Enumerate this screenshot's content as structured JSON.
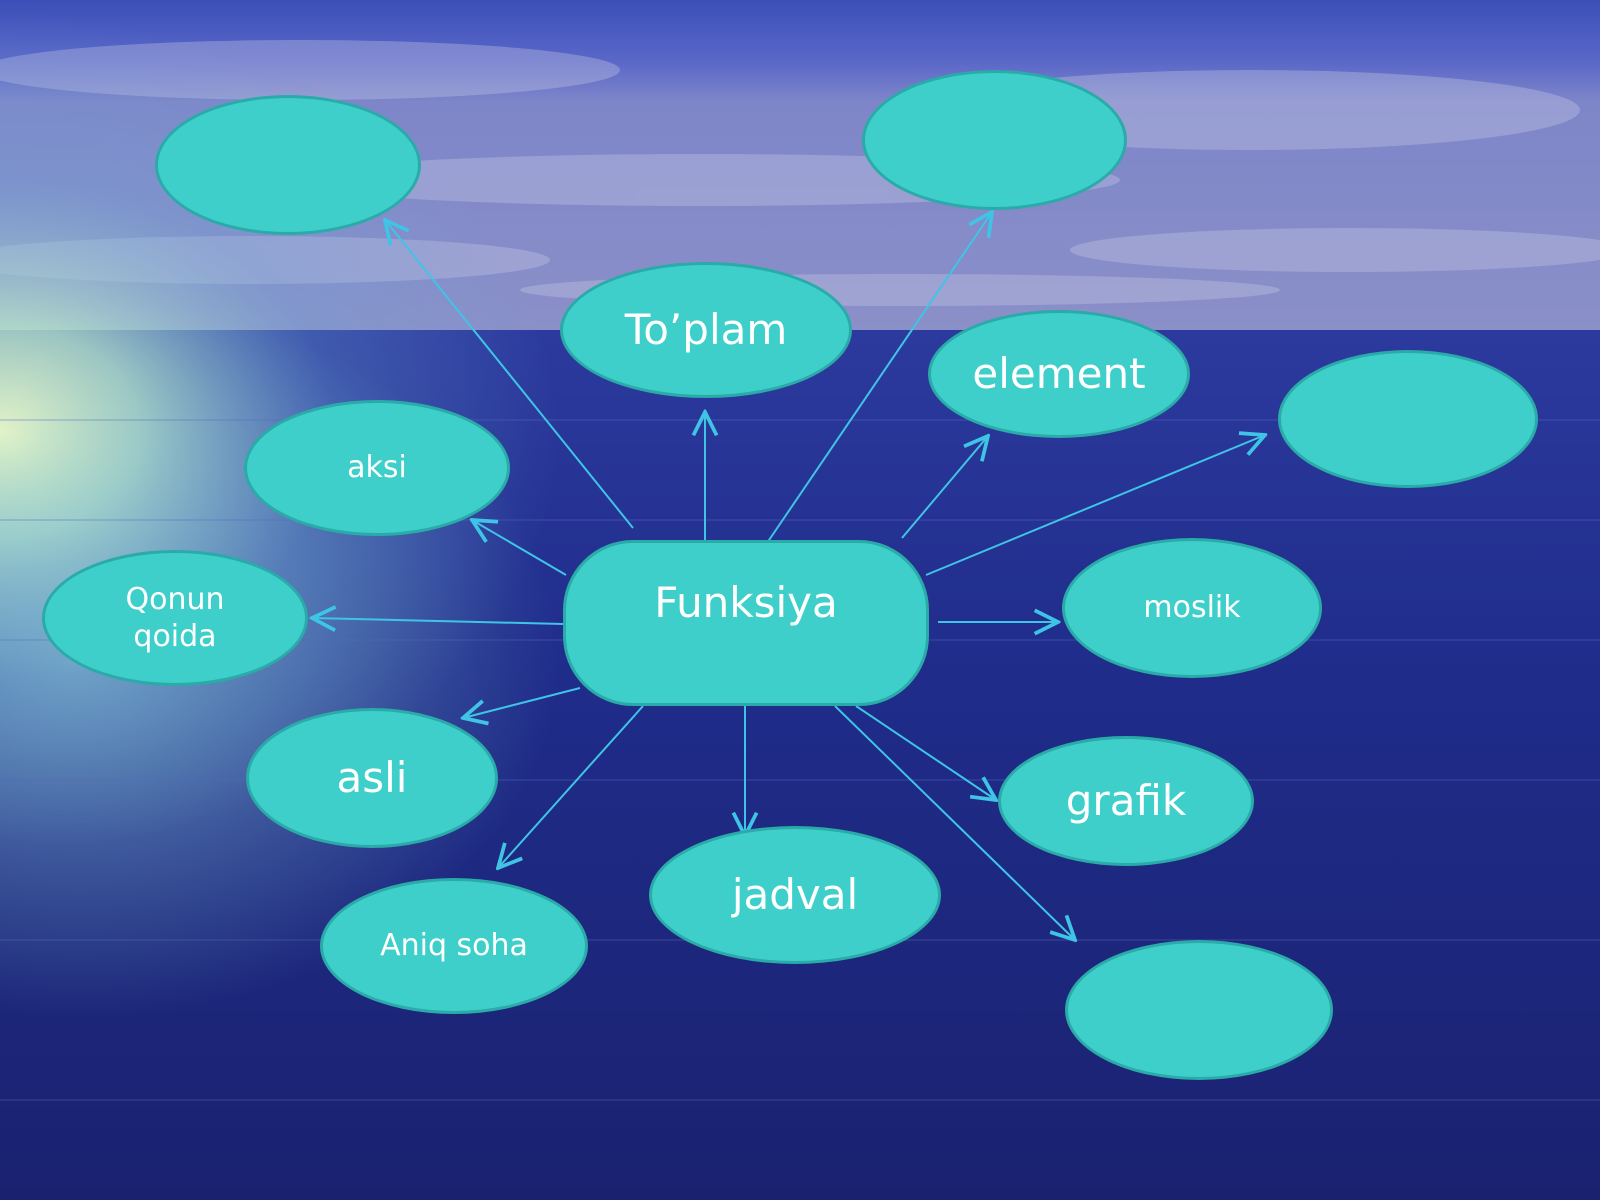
{
  "diagram": {
    "center": {
      "label": "Funksiya"
    },
    "nodes": [
      {
        "id": "top-left-blank",
        "label": ""
      },
      {
        "id": "top-right-blank",
        "label": ""
      },
      {
        "id": "toplam",
        "label": "To’plam"
      },
      {
        "id": "element",
        "label": "element"
      },
      {
        "id": "right-blank",
        "label": ""
      },
      {
        "id": "aksi",
        "label": "aksi"
      },
      {
        "id": "qonun-qoida",
        "label": "Qonun\nqoida"
      },
      {
        "id": "moslik",
        "label": "moslik"
      },
      {
        "id": "asli",
        "label": "asli"
      },
      {
        "id": "grafik",
        "label": "grafik"
      },
      {
        "id": "jadval",
        "label": "jadval"
      },
      {
        "id": "aniq-soha",
        "label": "Aniq soha"
      },
      {
        "id": "bottom-right-blank",
        "label": ""
      }
    ]
  },
  "colors": {
    "node_fill": "#3ECFCB",
    "node_border": "#2AAAA8",
    "arrow": "#3FC4E6",
    "text": "#ffffff"
  }
}
